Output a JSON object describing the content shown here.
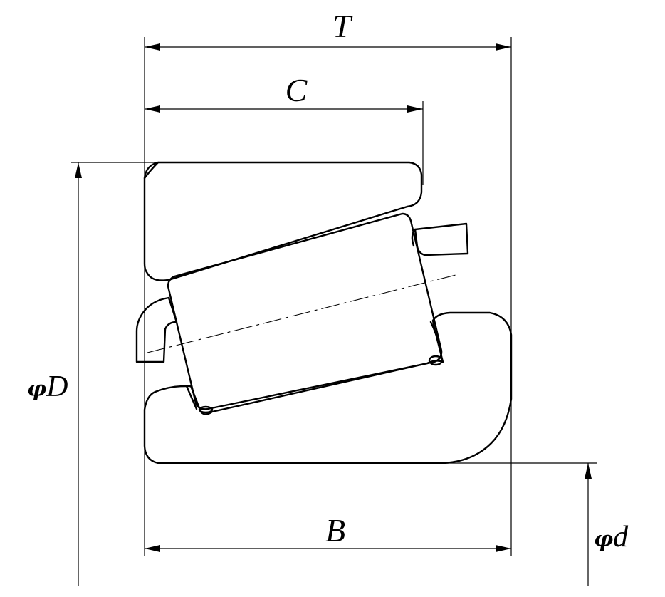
{
  "dimensions": {
    "overall_width": {
      "symbol": "T"
    },
    "cup_width": {
      "symbol": "C"
    },
    "cone_width": {
      "symbol": "B"
    },
    "outside_diameter": {
      "prefix": "φ",
      "symbol": "D"
    },
    "bore_diameter": {
      "prefix": "φ",
      "symbol": "d"
    }
  }
}
